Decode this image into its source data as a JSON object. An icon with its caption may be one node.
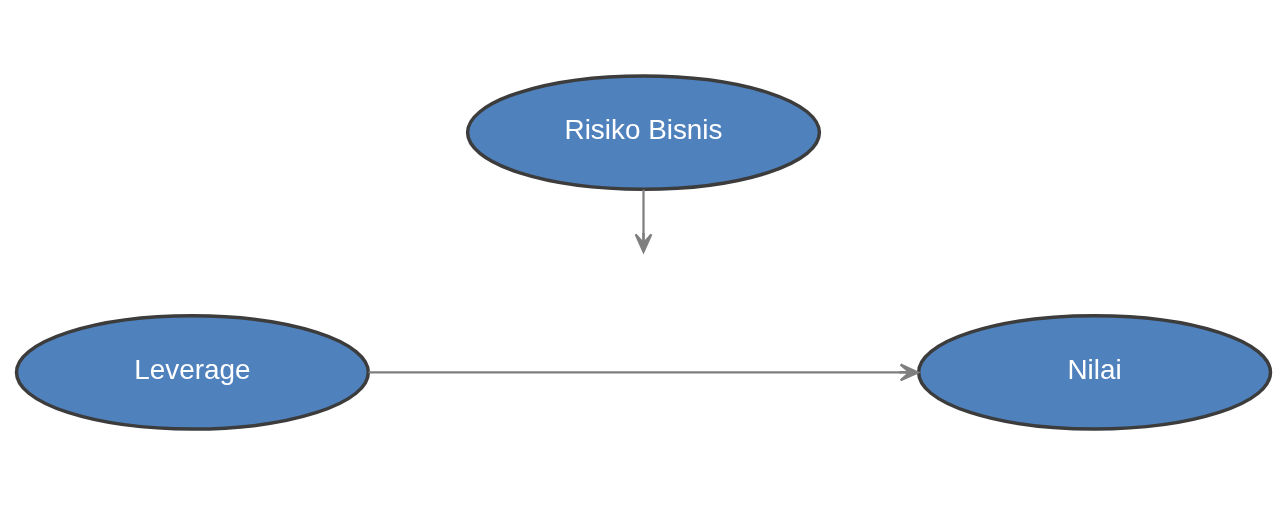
{
  "diagram": {
    "nodes": [
      {
        "text": [
          "Risiko Bisnis"
        ]
      },
      {
        "text": [
          "Leverage"
        ]
      },
      {
        "text": [
          "Nilai"
        ]
      }
    ],
    "edges": [
      {
        "from": 1,
        "to": 2,
        "arrow": "to"
      },
      {
        "from": 0,
        "to": null,
        "arrow": "to"
      }
    ]
  }
}
